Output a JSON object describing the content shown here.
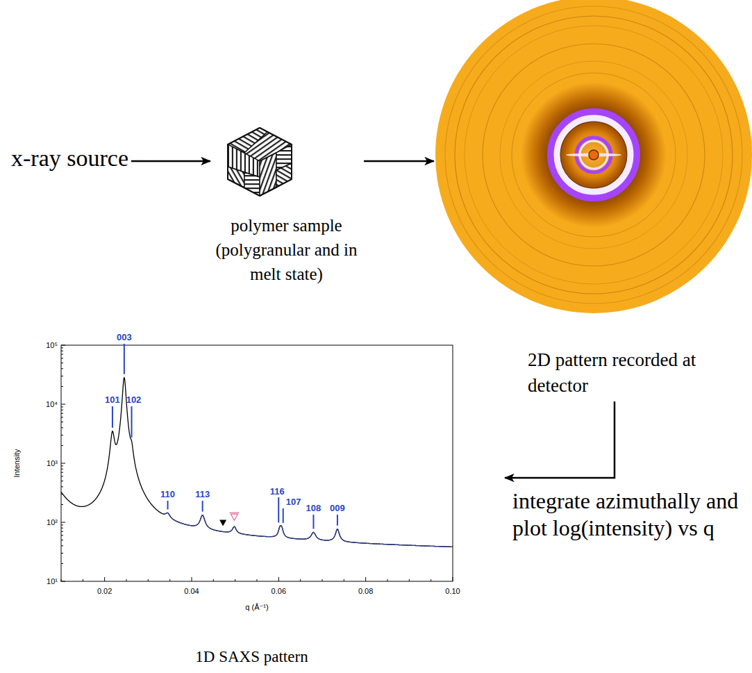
{
  "diagram": {
    "nodes": [
      {
        "text": [
          "x-ray source"
        ]
      },
      {
        "text": [
          "polymer sample (polygranular and in melt state)"
        ]
      },
      {
        "text": [
          "2D pattern recorded at detector"
        ]
      },
      {
        "text": [
          "1D SAXS pattern"
        ]
      }
    ],
    "edges": [
      {
        "from": 0,
        "to": 1,
        "arrow": "to"
      },
      {
        "from": 1,
        "to": 2,
        "arrow": "to"
      },
      {
        "from": 2,
        "to": 3,
        "arrow": "to",
        "label": "integrate azimuthally and plot log(intensity) vs q"
      }
    ],
    "labels": [
      "Intensity",
      "10⁵",
      "10⁴",
      "10³",
      "10²",
      "10¹",
      "0.02",
      "0.04",
      "0.06",
      "0.08",
      "0.10",
      "q (Å⁻¹)",
      "003",
      "101",
      "102",
      "110",
      "113",
      "116",
      "107",
      "108",
      "009"
    ]
  }
}
